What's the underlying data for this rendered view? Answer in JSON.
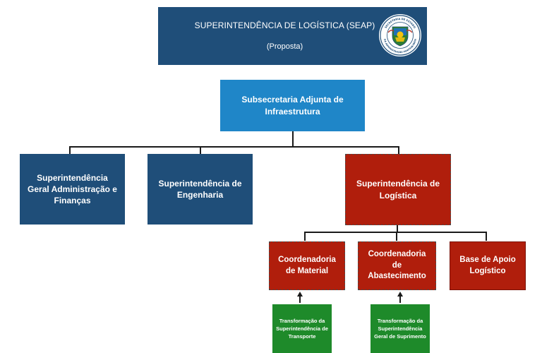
{
  "header": {
    "title": "SUPERINTENDÊNCIA DE LOGÍSTICA (SEAP)",
    "subtitle": "(Proposta)",
    "logo_icon": "state-seal-icon",
    "logo_top_text": "SECRETARIA DE ESTADO",
    "logo_bottom_text": "DA ADMINISTRAÇÃO PENITENCIÁRIA"
  },
  "colors": {
    "navy": "#1f4e79",
    "blue": "#1f86c8",
    "red": "#b01e0c",
    "green": "#1e8a2a"
  },
  "level2": {
    "label": "Subsecretaria Adjunta de Infraestrutura"
  },
  "level3": [
    {
      "label": "Superintendência Geral Administração e Finanças"
    },
    {
      "label": "Superintendência de Engenharia"
    },
    {
      "label": "Superintendência de Logística"
    }
  ],
  "level4": [
    {
      "label": "Coordenadoria de Material"
    },
    {
      "label": "Coordenadoria de Abastecimento"
    },
    {
      "label": "Base de Apoio Logístico"
    }
  ],
  "notes": [
    {
      "label": "Transformação da Superintendência de Transporte"
    },
    {
      "label": "Transformação da Superintendência Geral de Suprimento"
    }
  ]
}
